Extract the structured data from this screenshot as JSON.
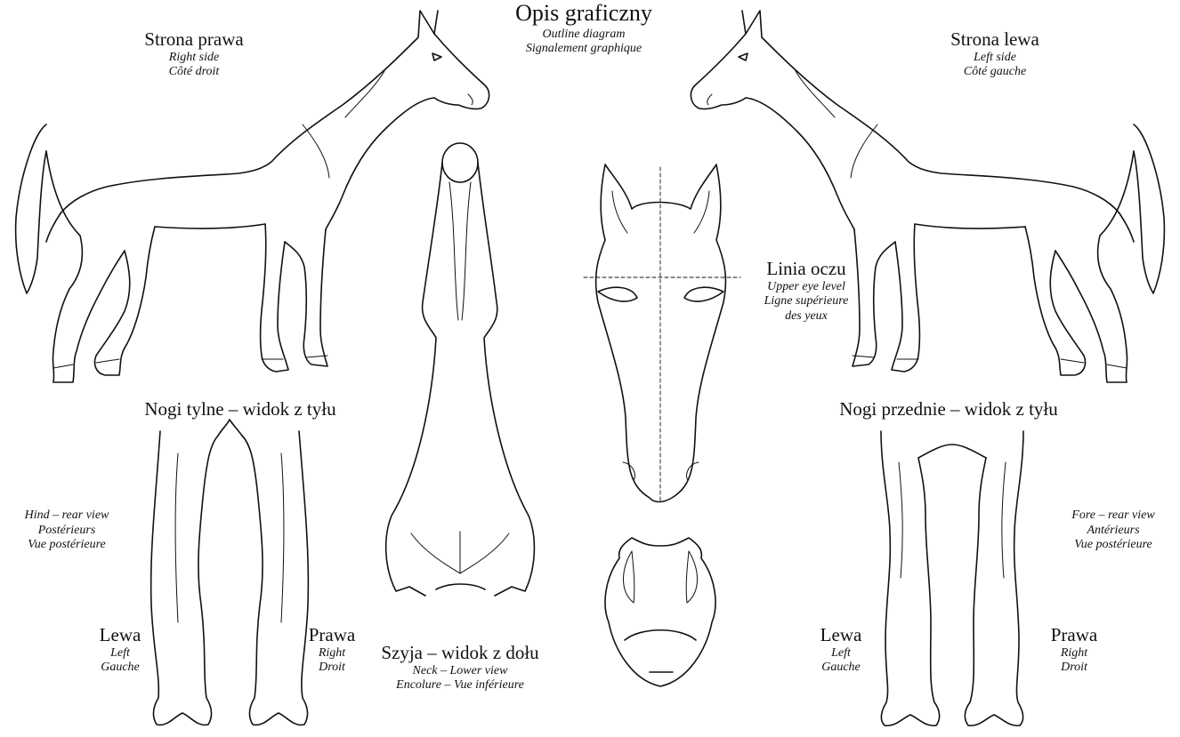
{
  "title": {
    "main": "Opis graficzny",
    "en": "Outline diagram",
    "fr": "Signalement graphique"
  },
  "right_side": {
    "main": "Strona prawa",
    "en": "Right side",
    "fr": "Côté droit"
  },
  "left_side": {
    "main": "Strona lewa",
    "en": "Left side",
    "fr": "Côté gauche"
  },
  "eye_line": {
    "main": "Linia oczu",
    "en": "Upper eye level",
    "fr1": "Ligne supérieure",
    "fr2": "des yeux"
  },
  "hind_legs": {
    "main": "Nogi tylne – widok z tyłu",
    "en": "Hind – rear view",
    "fr1": "Postérieurs",
    "fr2": "Vue postérieure",
    "left": {
      "main": "Lewa",
      "en": "Left",
      "fr": "Gauche"
    },
    "right": {
      "main": "Prawa",
      "en": "Right",
      "fr": "Droit"
    }
  },
  "fore_legs": {
    "main": "Nogi przednie – widok z tyłu",
    "en": "Fore – rear view",
    "fr1": "Antérieurs",
    "fr2": "Vue postérieure",
    "left": {
      "main": "Lewa",
      "en": "Left",
      "fr": "Gauche"
    },
    "right": {
      "main": "Prawa",
      "en": "Right",
      "fr": "Droit"
    }
  },
  "neck": {
    "main": "Szyja – widok z dołu",
    "en": "Neck – Lower view",
    "fr": "Encolure – Vue inférieure"
  }
}
